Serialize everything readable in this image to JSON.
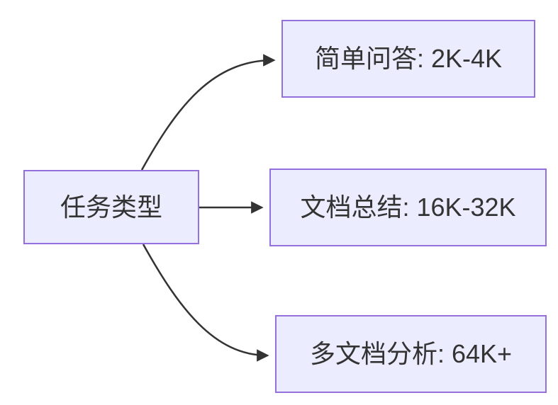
{
  "diagram": {
    "type": "flowchart-LR",
    "root_node": {
      "label": "任务类型"
    },
    "branches": [
      {
        "label": "简单问答: 2K-4K"
      },
      {
        "label": "文档总结: 16K-32K"
      },
      {
        "label": "多文档分析: 64K+"
      }
    ],
    "edges": [
      {
        "from": "任务类型",
        "to": "简单问答: 2K-4K"
      },
      {
        "from": "任务类型",
        "to": "文档总结: 16K-32K"
      },
      {
        "from": "任务类型",
        "to": "多文档分析: 64K+"
      }
    ],
    "colors": {
      "node_fill": "#ECECFF",
      "node_border": "#9370DB",
      "edge": "#333333",
      "text": "#333333",
      "background": "#FFFFFF"
    }
  }
}
